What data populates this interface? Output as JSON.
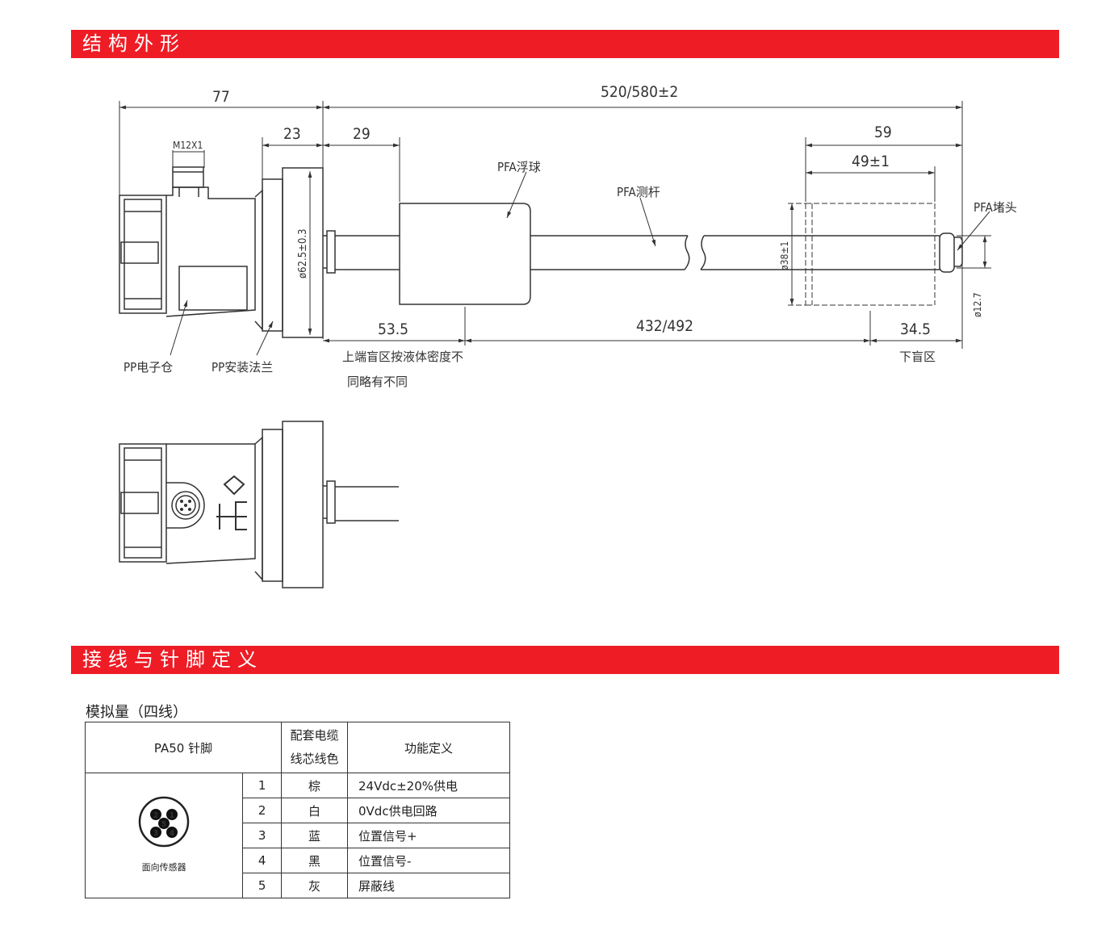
{
  "section1_title": "结构外形",
  "section2_title": "接线与针脚定义",
  "drawing": {
    "dims": {
      "d77": "77",
      "d520": "520/580±2",
      "d23": "23",
      "d29": "29",
      "d59": "59",
      "d49": "49±1",
      "d535": "53.5",
      "d432": "432/492",
      "d345": "34.5",
      "m12": "M12X1",
      "dia625": "ø62.5±0.3",
      "dia38": "ø38±1",
      "dia127": "ø12.7"
    },
    "labels": {
      "float": "PFA浮球",
      "rod": "PFA测杆",
      "plug": "PFA堵头",
      "housing": "PP电子仓",
      "flange": "PP安装法兰",
      "upper_blind_1": "上端盲区按液体密度不",
      "upper_blind_2": "同略有不同",
      "lower_blind": "下盲区"
    }
  },
  "wiring": {
    "subtitle": "模拟量（四线）",
    "headers": {
      "pin": "PA50 针脚",
      "color_1": "配套电缆",
      "color_2": "线芯线色",
      "function": "功能定义"
    },
    "connector_caption": "面向传感器",
    "pin_labels": [
      "2",
      "1",
      "5",
      "3",
      "4"
    ],
    "rows": [
      {
        "no": "1",
        "color": "棕",
        "func": "24Vdc±20%供电"
      },
      {
        "no": "2",
        "color": "白",
        "func": "0Vdc供电回路"
      },
      {
        "no": "3",
        "color": "蓝",
        "func": "位置信号+"
      },
      {
        "no": "4",
        "color": "黑",
        "func": "位置信号-"
      },
      {
        "no": "5",
        "color": "灰",
        "func": "屏蔽线"
      }
    ]
  },
  "colors": {
    "banner": "#ee1c25",
    "line": "#333333"
  }
}
